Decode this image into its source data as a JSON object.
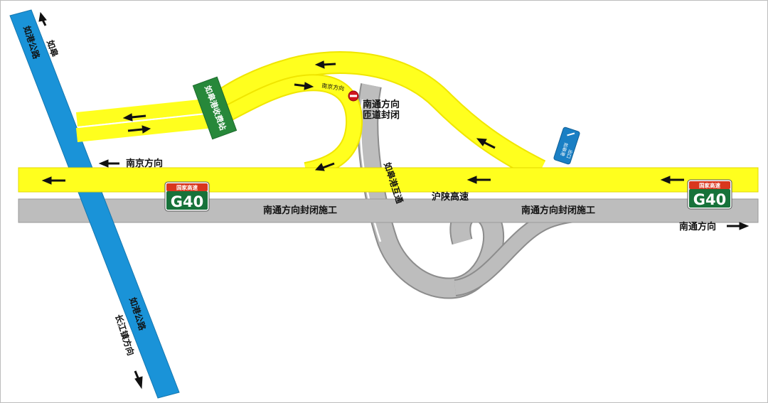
{
  "labels": {
    "highway_name": "沪陕高速",
    "nanjing_direction": "南京方向",
    "nantong_direction": "南通方向",
    "closure_left": "南通方向封闭施工",
    "closure_right": "南通方向封闭施工",
    "ramp_closed_line1": "南通方向",
    "ramp_closed_line2": "匝道封闭",
    "interchange": "如皋港互通",
    "toll_station": "如皋港收费站",
    "ramp_nanjing": "南京方向",
    "rugao": "如皋",
    "rugang_road_top": "如港公路",
    "rugang_road_bottom": "如港公路",
    "changjiang_direction": "长江镇方向"
  },
  "shields": {
    "left": {
      "header": "国家高速",
      "number": "G40"
    },
    "right": {
      "header": "国家高速",
      "number": "G40"
    }
  },
  "exit_sign": {
    "line1": "如皋港",
    "line2": "出口"
  },
  "colors": {
    "open_road": "#ffff1e",
    "closed_road": "#bdbdbd",
    "local_road": "#1a93d8",
    "toll_station": "#27883a",
    "shield_green": "#17723a",
    "shield_red": "#d9361e",
    "sign_blue": "#1a7fc4",
    "no_entry": "#d0141d"
  },
  "icons": [
    "arrow-icon",
    "no-entry-icon"
  ]
}
